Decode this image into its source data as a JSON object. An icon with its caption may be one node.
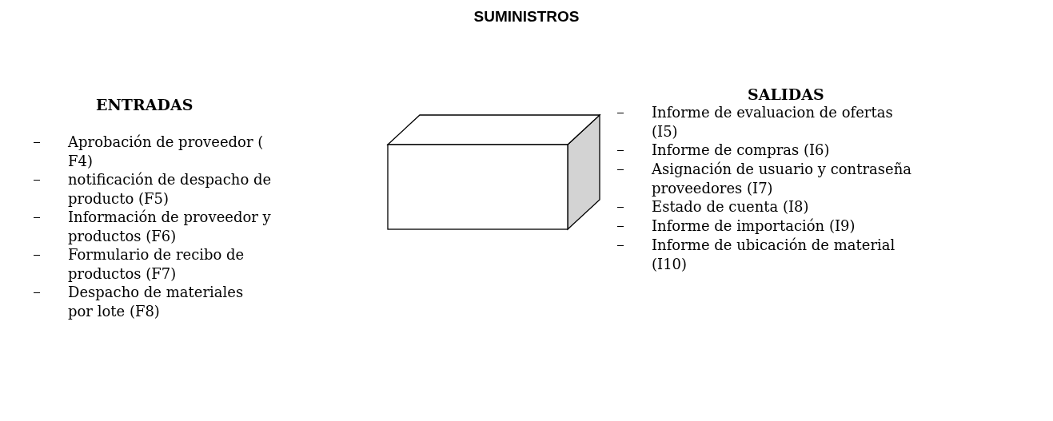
{
  "diagram": {
    "title": "SUMINISTROS",
    "nodes": [
      {
        "text": [],
        "shape": "box"
      }
    ],
    "labels": [
      "ENTRADAS",
      "Aprobación de proveedor ( F4)",
      "notificación de despacho de producto (F5)",
      "Información de proveedor y productos (F6)",
      "Formulario de recibo de productos (F7)",
      "Despacho de materiales por lote (F8)",
      "SALIDAS",
      "Informe de evaluacion de ofertas (I5)",
      "Informe de compras (I6)",
      "Asignación de usuario y contraseña  proveedores (I7)",
      "Estado de cuenta (I8)",
      "Informe de importación (I9)",
      "Informe de ubicación de material (I10)"
    ]
  }
}
